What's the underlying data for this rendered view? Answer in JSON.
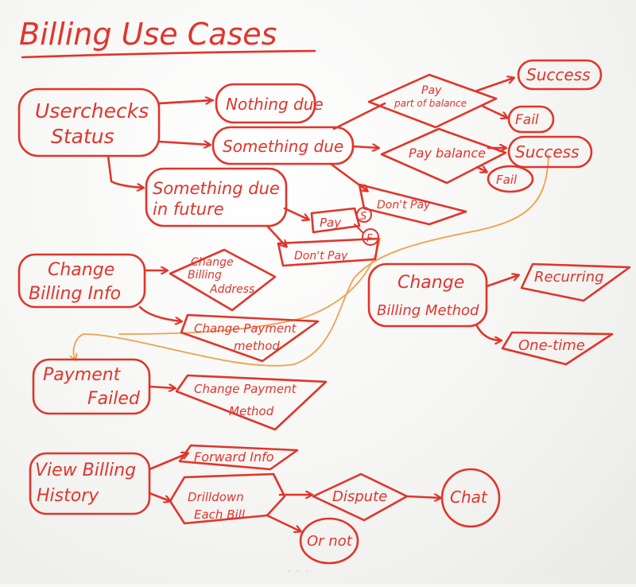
{
  "title": "Billing Use Cases",
  "nodes": {
    "user_checks_status": [
      "Userchecks",
      "Status"
    ],
    "nothing_due": "Nothing due",
    "something_due": "Something due",
    "something_due_future": [
      "Something due",
      "in future"
    ],
    "pay_part": [
      "Pay",
      "part of balance"
    ],
    "success_1": "Success",
    "fail_1": "Fail",
    "pay_balance": "Pay balance",
    "success_2": "Success",
    "fail_2": "Fail",
    "dont_pay_1": "Don't Pay",
    "pay_future": "Pay",
    "s_mark": "S",
    "f_mark": "F",
    "dont_pay_2": "Don't Pay",
    "change_billing_info": [
      "Change",
      "Billing Info"
    ],
    "change_billing_address": [
      "Change",
      "Billing",
      "Address"
    ],
    "change_payment_method_1": [
      "Change Payment",
      "method"
    ],
    "change_billing_method": [
      "Change",
      "Billing Method"
    ],
    "recurring": "Recurring",
    "one_time": "One-time",
    "payment_failed": [
      "Payment",
      "Failed"
    ],
    "change_payment_method_2": [
      "Change Payment",
      "Method"
    ],
    "view_billing_history": [
      "View Billing",
      "History"
    ],
    "forward_info": "Forward Info",
    "drilldown": [
      "Drilldown",
      "Each Bill"
    ],
    "dispute": "Dispute",
    "chat": "Chat",
    "or_not": "Or not"
  }
}
